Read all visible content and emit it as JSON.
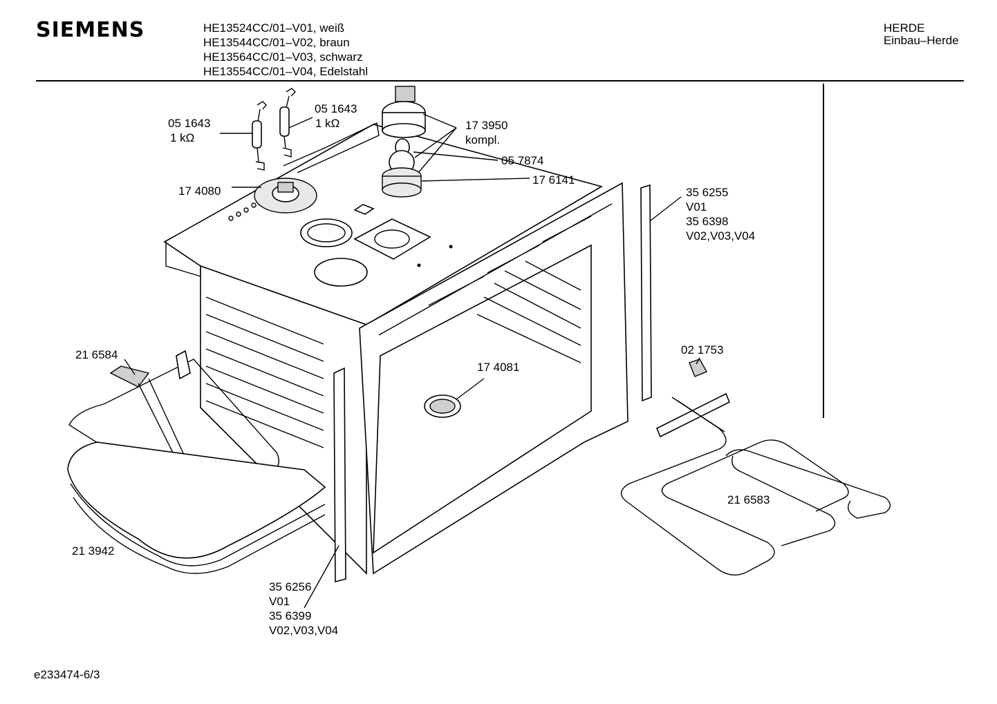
{
  "header": {
    "brand": "SIEMENS",
    "models": [
      "HE13524CC/01–V01, weiß",
      "HE13544CC/01–V02, braun",
      "HE13564CC/01–V03, schwarz",
      "HE13554CC/01–V04, Edelstahl"
    ],
    "category": "HERDE",
    "subcategory": "Einbau–Herde"
  },
  "parts": {
    "p051643_left": "05 1643",
    "p051643_left_val": "1 kΩ",
    "p051643_right": "05 1643",
    "p051643_right_val": "1 kΩ",
    "p173950": "17 3950",
    "p173950_note": "kompl.",
    "p057874": "05 7874",
    "p176141": "17 6141",
    "p174080": "17 4080",
    "p356255": "35 6255",
    "p356255_v": "V01",
    "p356398": "35 6398",
    "p356398_v": "V02,V03,V04",
    "p216584": "21 6584",
    "p174081": "17 4081",
    "p021753": "02 1753",
    "p216583": "21 6583",
    "p213942": "21 3942",
    "p356256": "35 6256",
    "p356256_v": "V01",
    "p356399": "35 6399",
    "p356399_v": "V02,V03,V04"
  },
  "footer": {
    "doc_id": "e233474-6/3"
  }
}
